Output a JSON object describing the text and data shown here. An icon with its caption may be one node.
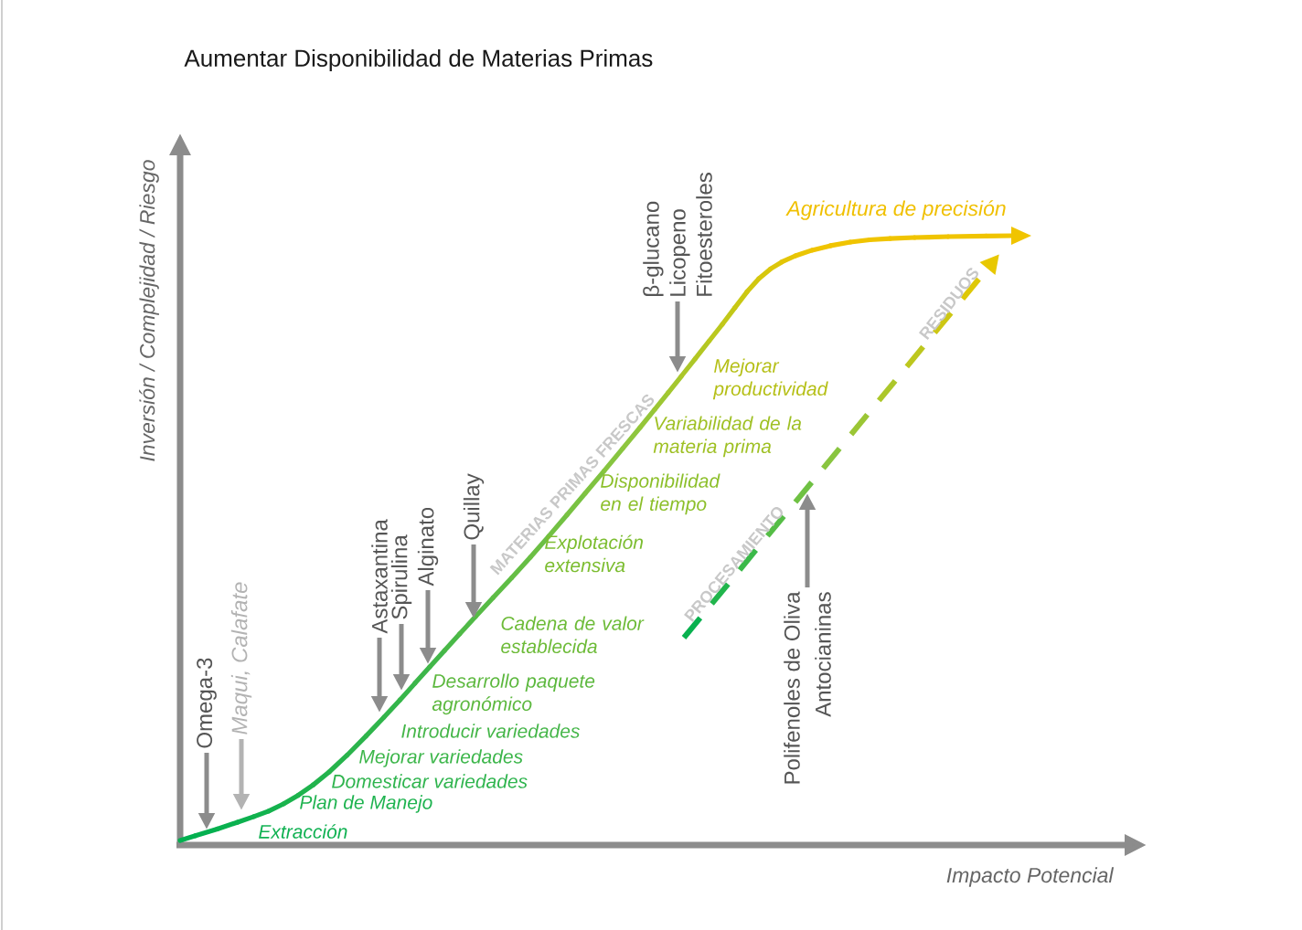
{
  "diagram": {
    "title": "Aumentar Disponibilidad de Materias Primas",
    "nodes": [
      {
        "text": [
          "Omega-3"
        ]
      },
      {
        "text": [
          "Maqui, Calafate"
        ]
      },
      {
        "text": [
          "Astaxantina"
        ]
      },
      {
        "text": [
          "Spirulina"
        ]
      },
      {
        "text": [
          "Alginato"
        ]
      },
      {
        "text": [
          "Quillay"
        ]
      },
      {
        "text": [
          "β-glucano",
          "Licopeno",
          "Fitoesteroles"
        ]
      },
      {
        "text": [
          "Polifenoles de Oliva",
          "Antocianinas"
        ]
      }
    ],
    "edges": [
      {
        "from": 0,
        "to": null,
        "arrow": "to"
      },
      {
        "from": 1,
        "to": null,
        "arrow": "to",
        "color": "#b3b3b3"
      },
      {
        "from": 2,
        "to": null,
        "arrow": "to"
      },
      {
        "from": 3,
        "to": null,
        "arrow": "to"
      },
      {
        "from": 4,
        "to": null,
        "arrow": "to"
      },
      {
        "from": 5,
        "to": null,
        "arrow": "to"
      },
      {
        "from": 6,
        "to": null,
        "arrow": "to"
      },
      {
        "from": 7,
        "to": null,
        "arrow": "to"
      }
    ],
    "labels": [
      "Inversión / Complejidad / Riesgo",
      "Agricultura de precisión",
      "RESIDUOS",
      "Mejorar productividad",
      "MATERIAS PRIMAS FRESCAS",
      "Variabilidad de la materia prima",
      "Disponibilidad en el tiempo",
      "Explotación extensiva",
      "PROCESAMIENTO",
      "Cadena de valor establecida",
      "Desarrollo paquete agronómico",
      "Introducir variedades",
      "Mejorar variedades",
      "Domesticar variedades",
      "Plan de Manejo",
      "Extracción",
      "Impacto Potencial"
    ]
  }
}
